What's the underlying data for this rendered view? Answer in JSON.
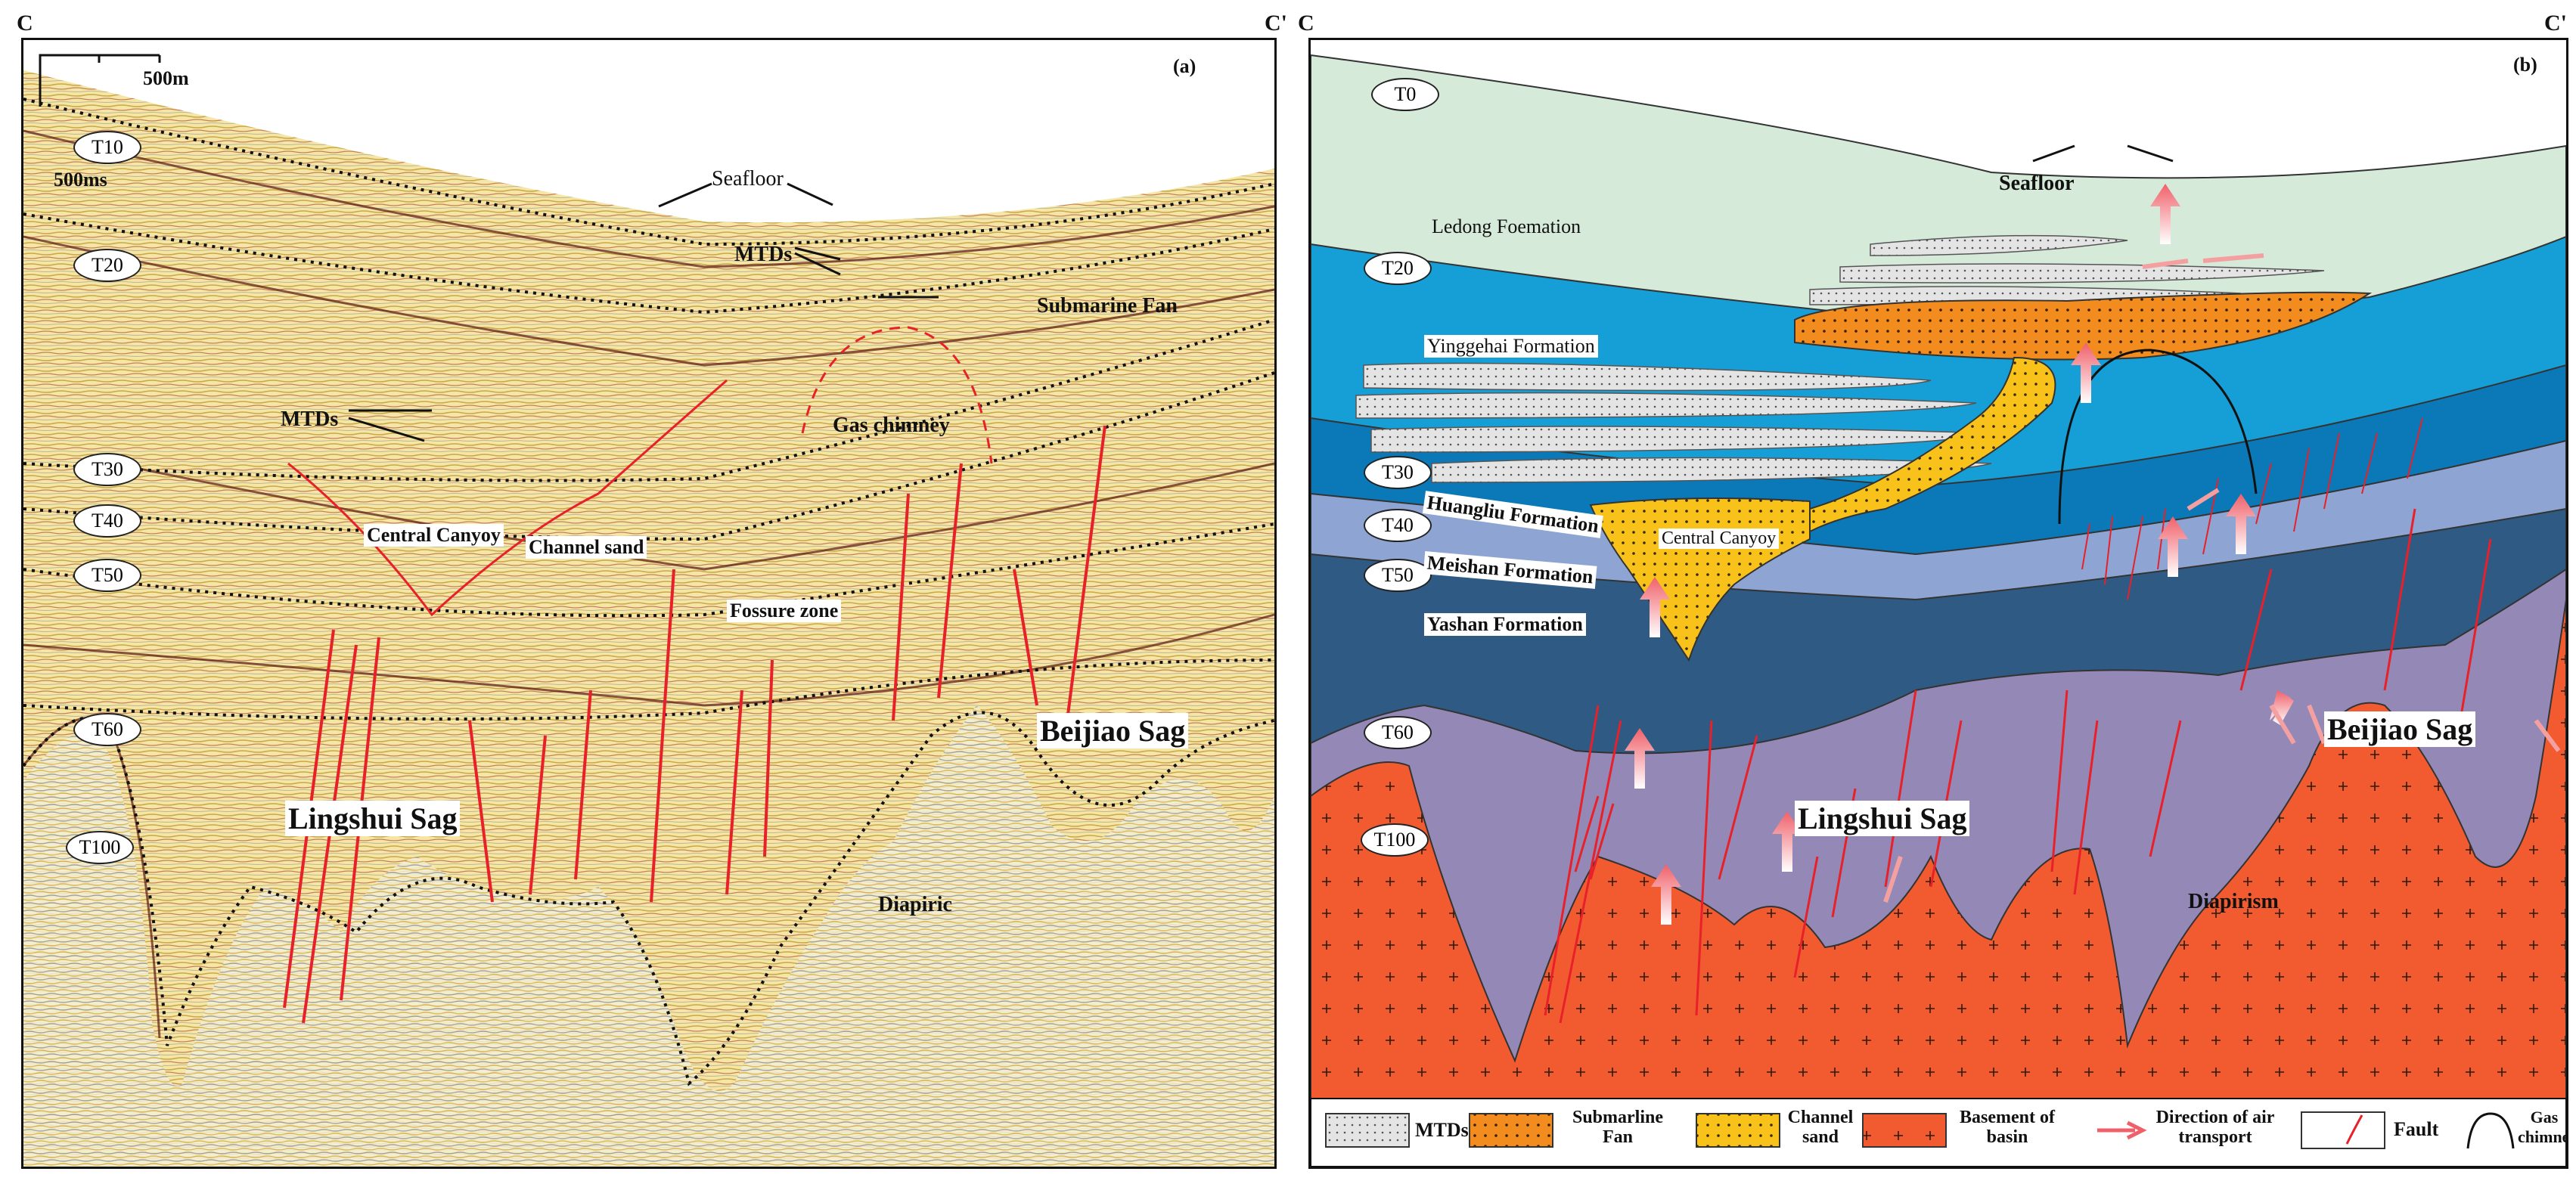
{
  "panel_a": {
    "tag": "(a)",
    "edge_left": "C",
    "edge_right": "C'",
    "scale_h": "500m",
    "scale_v": "500ms",
    "horizons": [
      "T10",
      "T20",
      "T30",
      "T40",
      "T50",
      "T60",
      "T100"
    ],
    "labels": {
      "seafloor": "Seafloor",
      "mtds_upper": "MTDs",
      "submarine_fan": "Submarine Fan",
      "mtds_lower": "MTDs",
      "gas_chimney": "Gas chimney",
      "central_canyon": "Central Canyoy",
      "channel_sand": "Channel sand",
      "fossure_zone": "Fossure zone",
      "beijiao_sag": "Beijiao Sag",
      "lingshui_sag": "Lingshui Sag",
      "diapiric": "Diapiric"
    }
  },
  "panel_b": {
    "tag": "(b)",
    "edge_left": "C",
    "edge_right": "C'",
    "horizons": [
      "T0",
      "T20",
      "T30",
      "T40",
      "T50",
      "T60",
      "T100"
    ],
    "labels": {
      "seafloor": "Seafloor",
      "ledong": "Ledong Foemation",
      "yinggehai": "Yinggehai Formation",
      "huangliu": "Huangliu Formation",
      "meishan": "Meishan Formation",
      "yashan": "Yashan Formation",
      "central_canyon": "Central Canyoy",
      "lingshui_sag": "Lingshui Sag",
      "beijiao_sag": "Beijiao Sag",
      "diapirism": "Diapirism"
    },
    "legend": [
      {
        "key": "mtds",
        "label": "MTDs"
      },
      {
        "key": "fan",
        "label": "Submarline Fan"
      },
      {
        "key": "channel",
        "label": "Channel sand"
      },
      {
        "key": "basement",
        "label": "Basement of basin"
      },
      {
        "key": "arrow",
        "label": "Direction of air transport"
      },
      {
        "key": "fault",
        "label": "Fault"
      },
      {
        "key": "chimney",
        "label": "Gas chimney"
      }
    ]
  },
  "colors": {
    "ledong": "#d6ead9",
    "yinggehai": "#159fd6",
    "huangliu": "#0b78b8",
    "meishan": "#8ea4d2",
    "yashan": "#2f5a83",
    "lower": "#9489b6",
    "basement": "#f25a30",
    "fan": "#f28c1e",
    "channel": "#f9c21b",
    "seismic_bg": "#f6e7a7",
    "fault": "#e8202a"
  }
}
